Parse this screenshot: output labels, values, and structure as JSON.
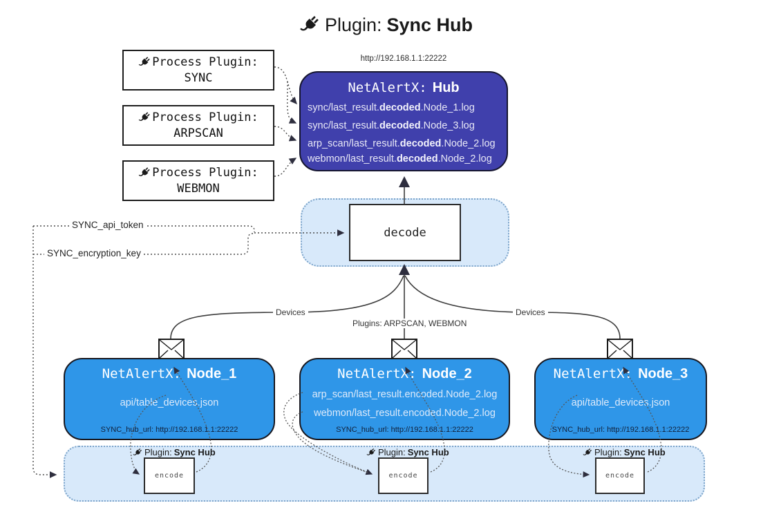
{
  "title": {
    "label": "Plugin:",
    "name": "Sync Hub"
  },
  "hub": {
    "url": "http://192.168.1.1:22222",
    "name_prefix": "NetAlertX:",
    "name": "Hub",
    "logs": [
      {
        "pre": "sync/last_result.",
        "bold": "decoded",
        "post": ".Node_1.log"
      },
      {
        "pre": "sync/last_result.",
        "bold": "decoded",
        "post": ".Node_3.log"
      },
      {
        "pre": "arp_scan/last_result.",
        "bold": "decoded",
        "post": ".Node_2.log"
      },
      {
        "pre": "webmon/last_result.",
        "bold": "decoded",
        "post": ".Node_2.log"
      }
    ]
  },
  "process_plugins": [
    {
      "label": "Process Plugin:",
      "name": "SYNC"
    },
    {
      "label": "Process Plugin:",
      "name": "ARPSCAN"
    },
    {
      "label": "Process Plugin:",
      "name": "WEBMON"
    }
  ],
  "decode": {
    "label": "decode"
  },
  "encode": {
    "label": "encode"
  },
  "secrets": {
    "api_token": "SYNC_api_token",
    "encryption_key": "SYNC_encryption_key"
  },
  "edge_labels": {
    "devices_left": "Devices",
    "devices_right": "Devices",
    "plugins": "Plugins: ARPSCAN, WEBMON"
  },
  "sync_hub_plugin": {
    "label": "Plugin:",
    "name": "Sync Hub"
  },
  "nodes": [
    {
      "name_prefix": "NetAlertX:",
      "name": "Node_1",
      "files": [
        "api/table_devices.json"
      ],
      "hub_url": "SYNC_hub_url: http://192.168.1.1:22222"
    },
    {
      "name_prefix": "NetAlertX:",
      "name": "Node_2",
      "files": [
        "arp_scan/last_result.encoded.Node_2.log",
        "webmon/last_result.encoded.Node_2.log"
      ],
      "hub_url": "SYNC_hub_url: http://192.168.1.1:22222"
    },
    {
      "name_prefix": "NetAlertX:",
      "name": "Node_3",
      "files": [
        "api/table_devices.json"
      ],
      "hub_url": "SYNC_hub_url: http://192.168.1.1:22222"
    }
  ],
  "colors": {
    "hub_fill": "#4040AC",
    "node_fill": "#2F96E8",
    "container_fill": "#D8E9FA",
    "container_border": "#7BA3C9",
    "hub_text": "#E8E8F6",
    "node_text": "#DDEAFA"
  }
}
